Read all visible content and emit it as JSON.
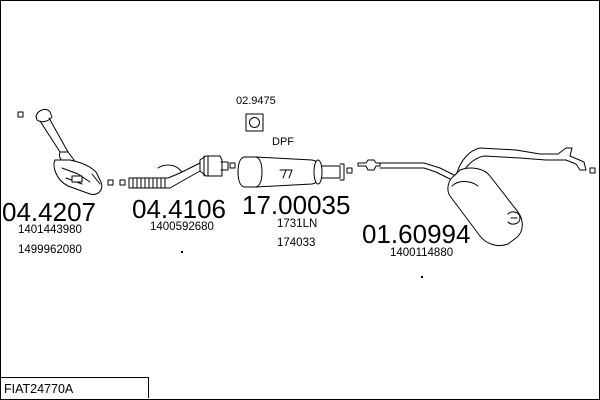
{
  "diagram": {
    "title": "FIAT24770A",
    "parts": [
      {
        "code": "04.4207",
        "refs": [
          "1401443980",
          "1499962080"
        ]
      },
      {
        "code": "04.4106",
        "refs": [
          "1400592680"
        ]
      },
      {
        "code": "17.00035",
        "label": "DPF",
        "refs": [
          "1731LN",
          "174033"
        ]
      },
      {
        "code": "01.60994",
        "refs": [
          "1400114880"
        ]
      }
    ],
    "gasket": {
      "code": "02.9475"
    }
  }
}
